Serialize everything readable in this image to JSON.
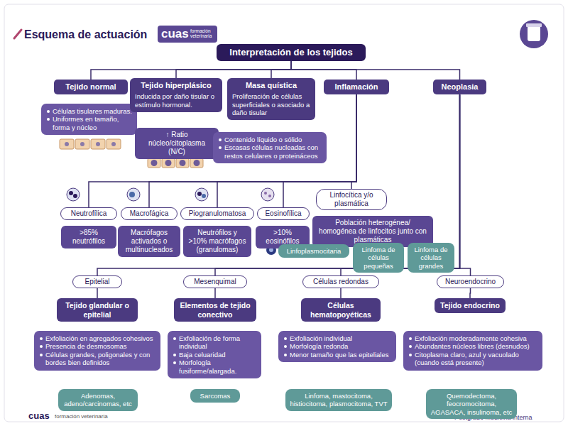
{
  "diagram": {
    "title": "Esquema de actuación",
    "nodes": [
      {
        "text": [
          "Interpretación de los tejidos"
        ]
      },
      {
        "text": [
          "Tejido normal"
        ]
      },
      {
        "text": [
          "Células tisulares maduras.",
          "Uniformes en tamaño, forma y núcleo"
        ]
      },
      {
        "text": [
          "Tejido hiperplásico",
          "Inducida por daño tisular o estímulo hormonal."
        ]
      },
      {
        "text": [
          "↑ Ratio núcleo/citoplasma (N/C)"
        ]
      },
      {
        "text": [
          "Masa quística",
          "Proliferación de células superficiales o asociado a daño tisular"
        ]
      },
      {
        "text": [
          "Contenido líquido o sólido",
          "Escasas células nucleadas con restos celulares o proteináceos"
        ]
      },
      {
        "text": [
          "Inflamación"
        ]
      },
      {
        "text": [
          "Neoplasia"
        ]
      },
      {
        "text": [
          "Neutrofílica"
        ]
      },
      {
        "text": [
          ">85% neutrófilos"
        ]
      },
      {
        "text": [
          "Macrofágica"
        ]
      },
      {
        "text": [
          "Macrófagos activados o multinucleados"
        ]
      },
      {
        "text": [
          "Piogranulomatosa"
        ]
      },
      {
        "text": [
          "Neutrófilos y >10% macrófagos (granulomas)"
        ]
      },
      {
        "text": [
          "Eosinofílica"
        ]
      },
      {
        "text": [
          ">10% eosinófilos"
        ]
      },
      {
        "text": [
          "Linfocítica y/o plasmática"
        ]
      },
      {
        "text": [
          "Población heterogénea/ homogénea de linfocitos junto con plasmáticas"
        ]
      },
      {
        "text": [
          "Linfoplasmocitaria"
        ]
      },
      {
        "text": [
          "Linfoma de células pequeñas"
        ]
      },
      {
        "text": [
          "Linfoma de células grandes"
        ]
      },
      {
        "text": [
          "Epitelial"
        ]
      },
      {
        "text": [
          "Tejido glandular o epitelial"
        ]
      },
      {
        "text": [
          "Exfoliación en agregados cohesivos",
          "Presencia de desmosomas",
          "Células grandes, poligonales y con bordes bien definidos"
        ]
      },
      {
        "text": [
          "Adenomas, adeno/carcinomas, etc"
        ]
      },
      {
        "text": [
          "Mesenquimal"
        ]
      },
      {
        "text": [
          "Elementos de tejido conectivo"
        ]
      },
      {
        "text": [
          "Exfoliación de forma individual",
          "Baja celuaridad",
          "Morfología fusiforme/alargada."
        ]
      },
      {
        "text": [
          "Sarcomas"
        ]
      },
      {
        "text": [
          "Células redondas"
        ]
      },
      {
        "text": [
          "Células hematopoyéticas"
        ]
      },
      {
        "text": [
          "Exfoliación individual",
          "Morfología redonda",
          "Menor tamaño que las epiteliales"
        ]
      },
      {
        "text": [
          "Linfoma, mastocitoma, histiocitoma, plasmocitoma, TVT"
        ]
      },
      {
        "text": [
          "Neuroendocrino"
        ]
      },
      {
        "text": [
          "Tejido endocrino"
        ]
      },
      {
        "text": [
          "Exfoliación moderadamente cohesiva",
          "Abundantes núcleos libres (desnudos)",
          "Citoplasma claro, azul y vacuolado (cuando está presente)"
        ]
      },
      {
        "text": [
          "Quemodectoma, feocromocitoma, AGASACA, insulinoma, etc"
        ]
      }
    ],
    "edges": [
      {
        "from": 0,
        "to": 1,
        "arrow": "none"
      },
      {
        "from": 0,
        "to": 3,
        "arrow": "none"
      },
      {
        "from": 0,
        "to": 5,
        "arrow": "none"
      },
      {
        "from": 0,
        "to": 7,
        "arrow": "none"
      },
      {
        "from": 0,
        "to": 8,
        "arrow": "none"
      },
      {
        "from": 7,
        "to": 9,
        "arrow": "none"
      },
      {
        "from": 7,
        "to": 11,
        "arrow": "none"
      },
      {
        "from": 7,
        "to": 13,
        "arrow": "none"
      },
      {
        "from": 7,
        "to": 15,
        "arrow": "none"
      },
      {
        "from": 7,
        "to": 17,
        "arrow": "none"
      },
      {
        "from": 8,
        "to": 22,
        "arrow": "none"
      },
      {
        "from": 8,
        "to": 26,
        "arrow": "none"
      },
      {
        "from": 8,
        "to": 30,
        "arrow": "none"
      },
      {
        "from": 8,
        "to": 34,
        "arrow": "none"
      },
      {
        "from": 22,
        "to": 23,
        "arrow": "none"
      },
      {
        "from": 26,
        "to": 27,
        "arrow": "none"
      },
      {
        "from": 30,
        "to": 31,
        "arrow": "none"
      },
      {
        "from": 34,
        "to": 35,
        "arrow": "none"
      }
    ],
    "labels": [
      "cuas",
      "formación veterinaria",
      "Postgrado Medicina interna",
      "cuas",
      "formación veterinaria"
    ]
  }
}
